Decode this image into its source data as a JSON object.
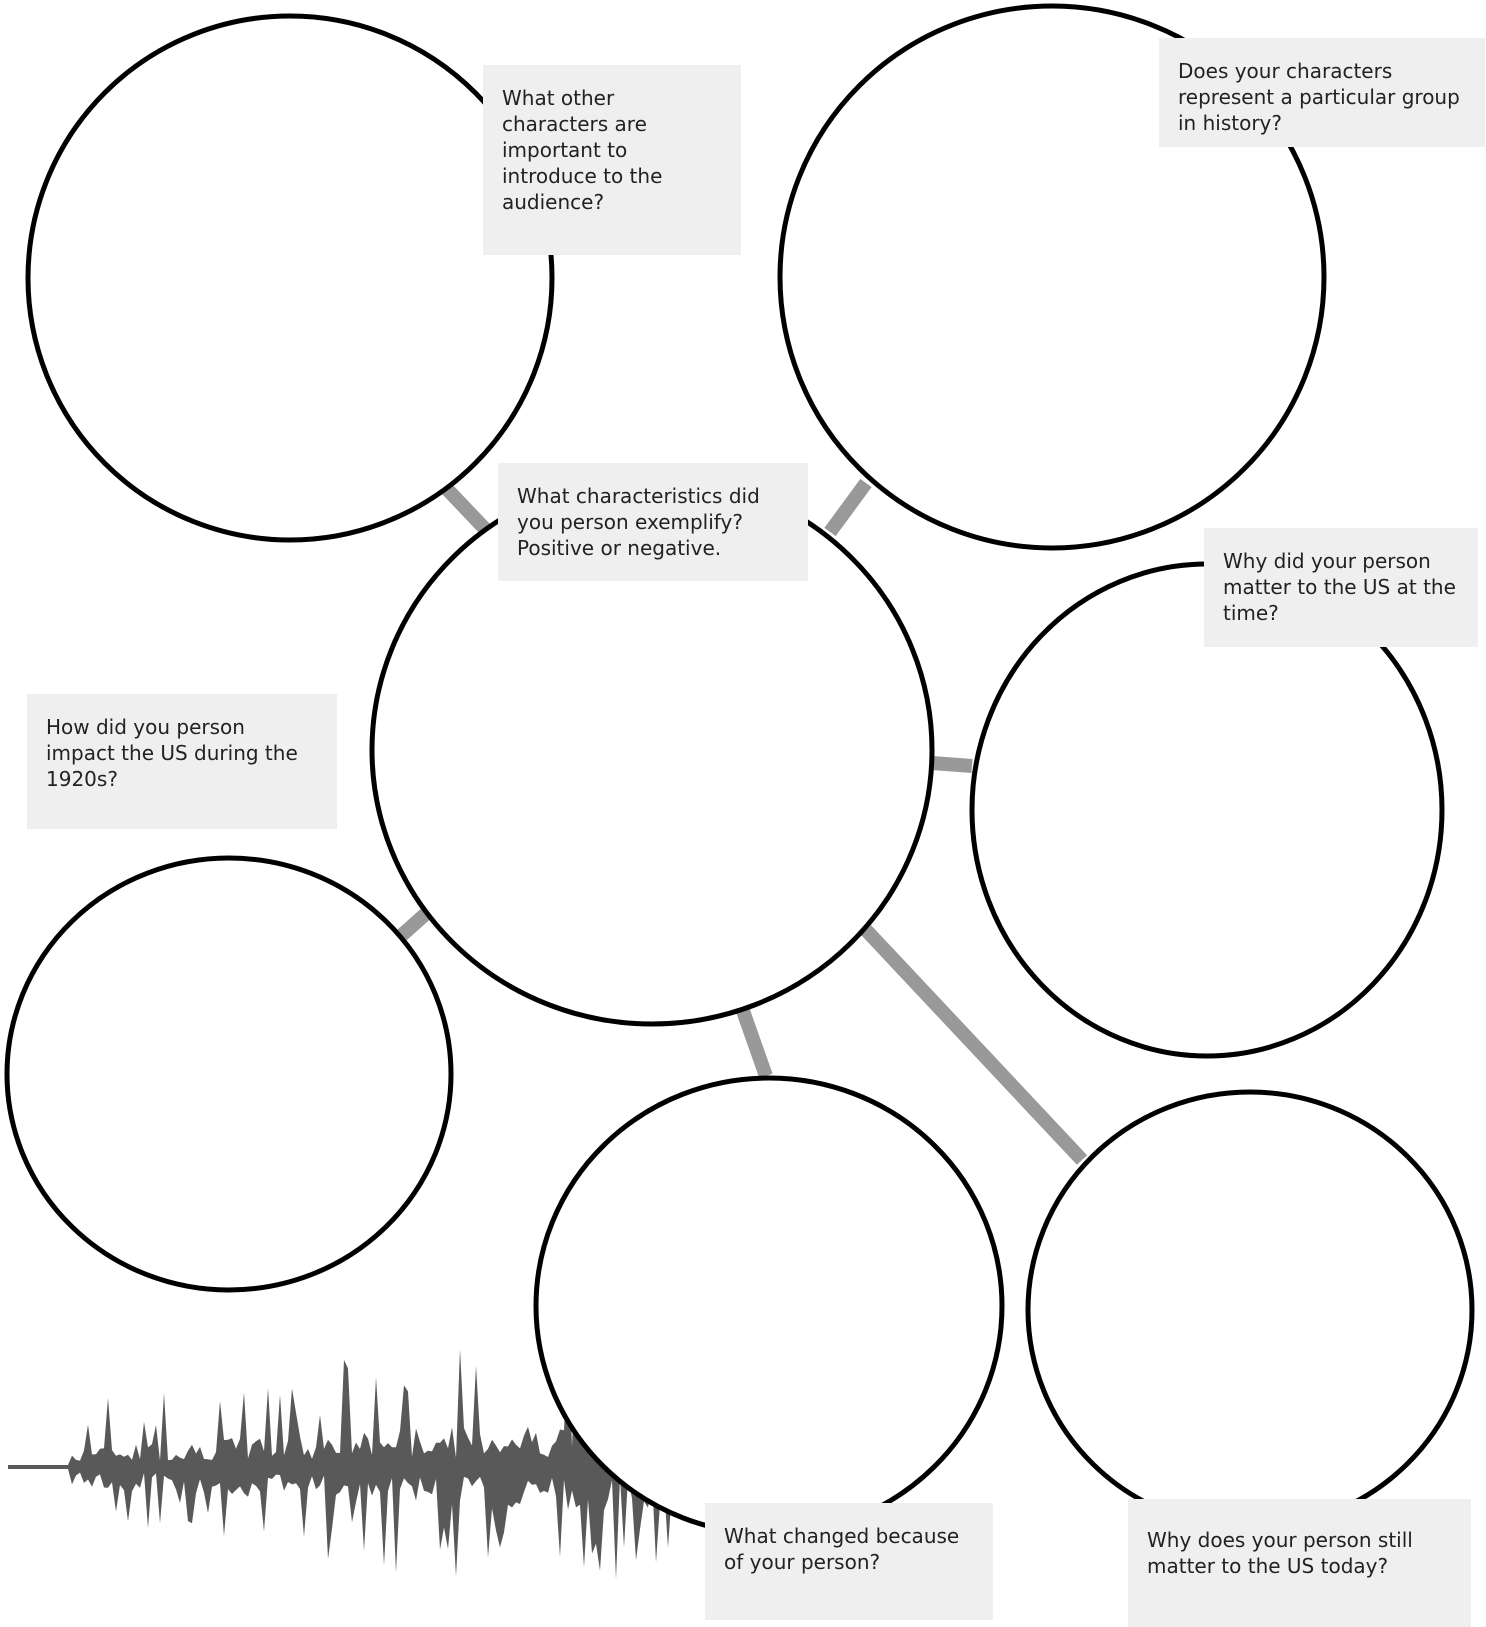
{
  "diagram": {
    "prompts": {
      "other_characters": "What other characters are important to introduce to the audience?",
      "group_in_history": "Does your characters represent a particular group in history?",
      "characteristics": "What characteristics did you person exemplify? Positive or negative.",
      "matter_at_time": "Why did your person matter to the US at the time?",
      "impact_1920s": "How did you person impact the US during the 1920s?",
      "what_changed": "What changed because of your person?",
      "matter_today": "Why does your person still matter to the US today?"
    }
  },
  "colors": {
    "circle_stroke": "#000000",
    "connector": "#999999",
    "label_bg": "#efefef",
    "waveform": "#595959"
  },
  "icons": [
    "sound-waveform-decoration"
  ]
}
